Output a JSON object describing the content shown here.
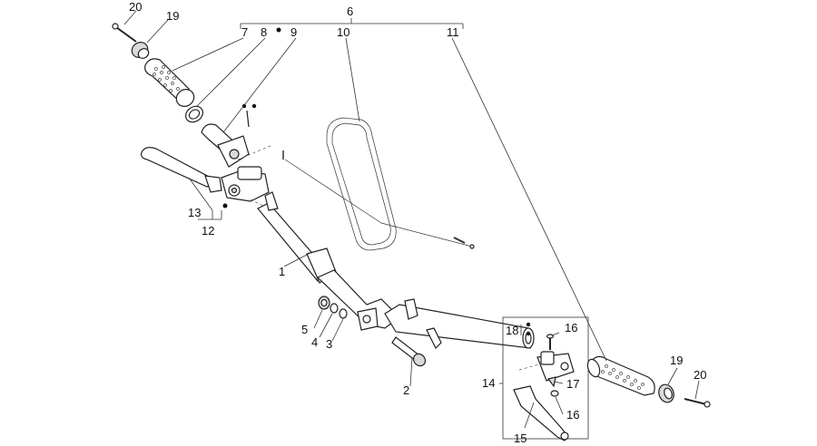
{
  "callouts": {
    "c1": "1",
    "c2": "2",
    "c3": "3",
    "c4": "4",
    "c5": "5",
    "c6": "6",
    "c7": "7",
    "c8": "8",
    "c9": "9",
    "c10": "10",
    "c11": "11",
    "c12": "12",
    "c13": "13",
    "c14": "14",
    "c15": "15",
    "c16a": "16",
    "c16b": "16",
    "c17": "17",
    "c18": "18",
    "c19a": "19",
    "c19b": "19",
    "c20a": "20",
    "c20b": "20"
  },
  "colors": {
    "line": "#222222",
    "marker": "#111111",
    "background": "#ffffff"
  }
}
